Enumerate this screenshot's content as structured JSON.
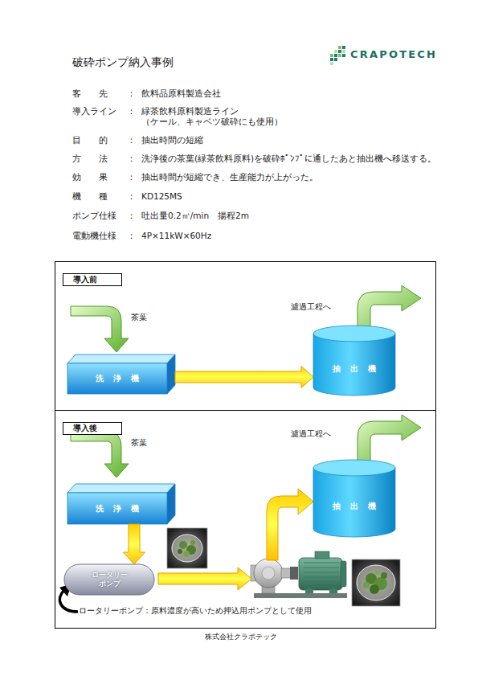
{
  "diagram": {
    "title": "破砕ポンプ納入事例",
    "nodes": [
      {
        "text": [
          "導入前"
        ]
      },
      {
        "text": [
          "洗　浄　機"
        ],
        "in": 0
      },
      {
        "text": [
          "抽　出　機"
        ],
        "in": 0
      },
      {
        "text": [
          "導入後"
        ]
      },
      {
        "text": [
          "洗　浄　機"
        ],
        "in": 3
      },
      {
        "text": [
          "ロータリー ポンプ"
        ],
        "in": 3
      },
      {
        "text": [
          "抽　出　機"
        ],
        "in": 3
      }
    ],
    "edges": [
      {
        "from": 1,
        "to": 2,
        "arrow": "to"
      },
      {
        "from": 4,
        "to": 5,
        "arrow": "to"
      }
    ],
    "labels": [
      "CRAPOTECH",
      "客　　先",
      "：",
      "飲料品原料製造会社",
      "導入ライン",
      "：",
      "緑茶飲料原料製造ライン",
      "（ケール、キャベツ破砕にも使用）",
      "目　　的",
      "：",
      "抽出時間の短縮",
      "方　　法",
      "：",
      "洗浄後の茶葉(緑茶飲料原料)を破砕ﾎﾟﾝﾌﾟに通したあと抽出機へ移送する。",
      "効　　果",
      "：",
      "抽出時間が短縮でき、生産能力が上がった。",
      "機　　種",
      "：",
      "KD125MS",
      "ポンプ仕様",
      "：",
      "吐出量0.2㎥/min　揚程2m",
      "電動機仕様",
      "：",
      "4P×11kW×60Hz",
      "茶葉",
      "濾過工程へ",
      "茶葉",
      "濾過工程へ",
      "ロータリーポンプ：原料濃度が高いため押込用ポンプとして使用",
      "株式会社クラポテック"
    ]
  }
}
